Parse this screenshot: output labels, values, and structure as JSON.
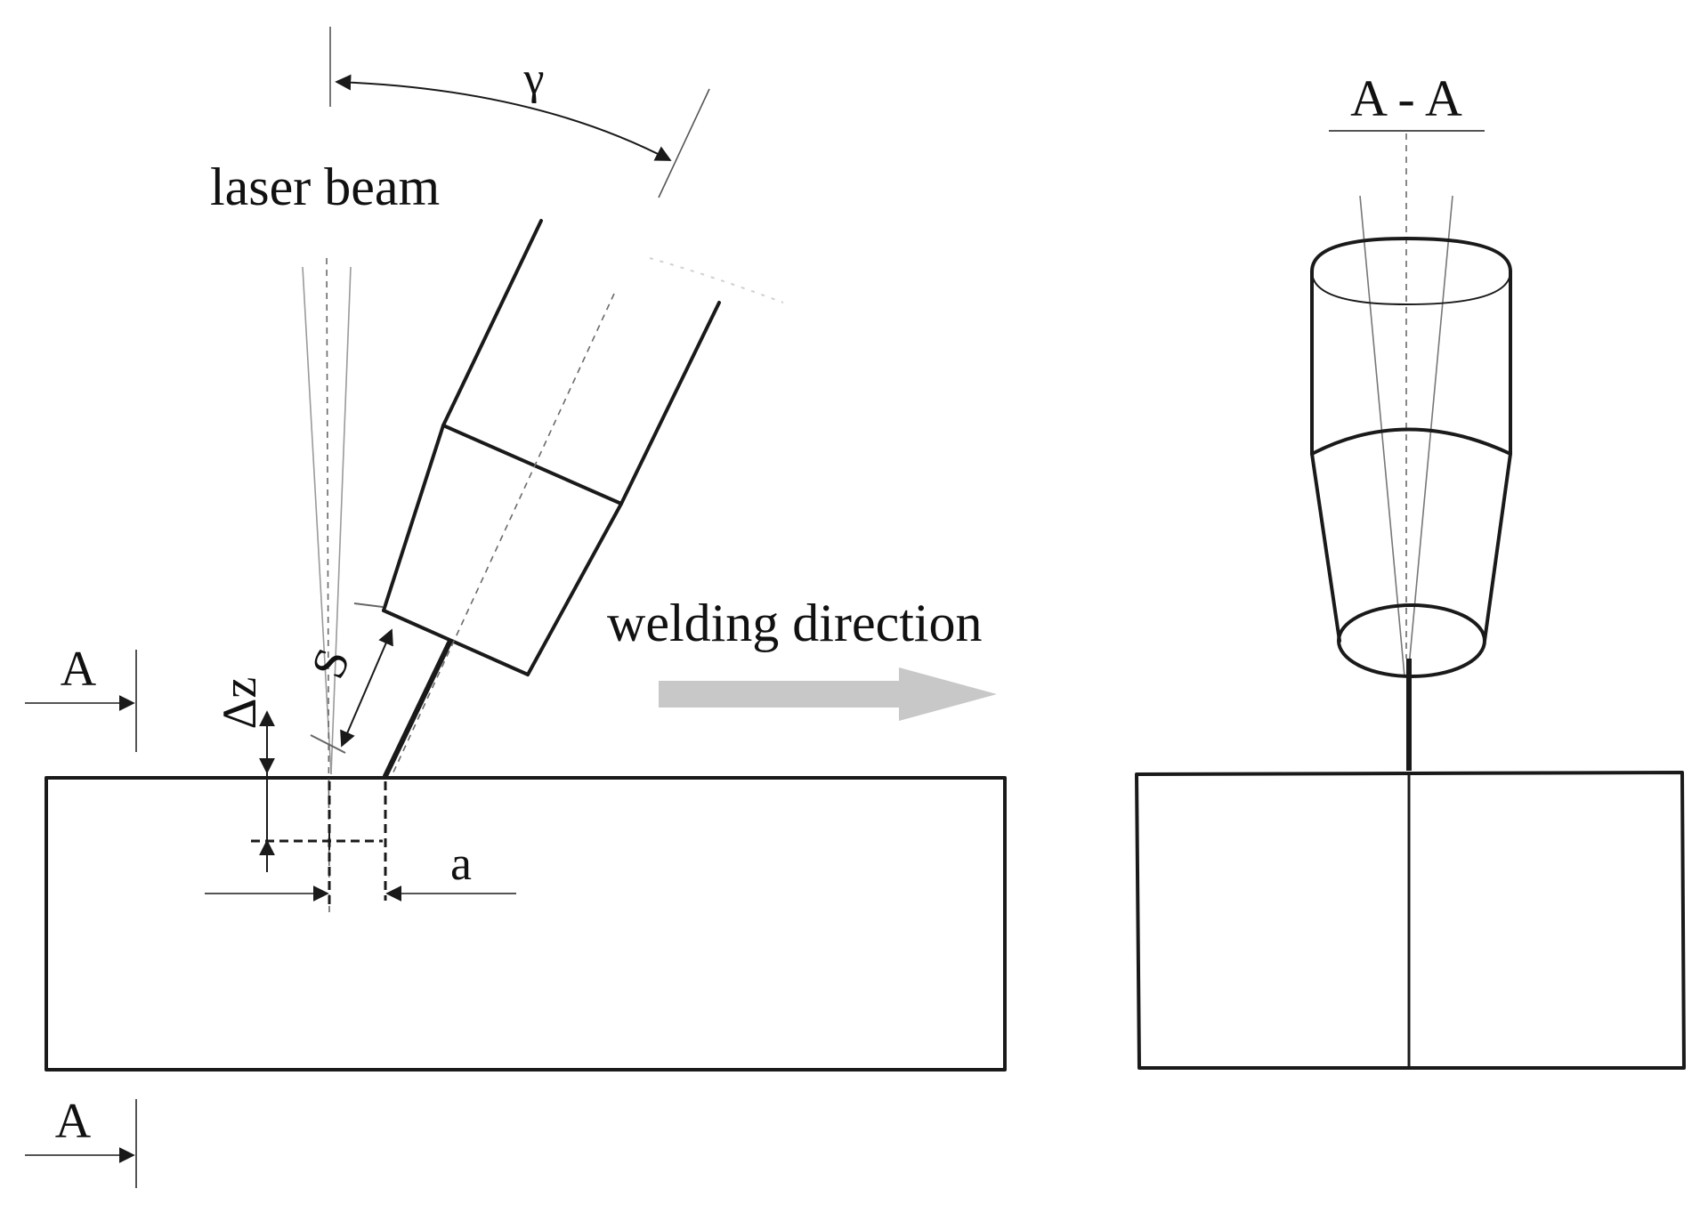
{
  "labels": {
    "gamma": "γ",
    "laser_beam": "laser beam",
    "welding_direction": "welding direction",
    "s": "S",
    "delta_z": "Δz",
    "a": "a",
    "section_a_top": "A",
    "section_a_bottom": "A",
    "section_view": "A - A"
  },
  "colors": {
    "line": "#1a1a1a",
    "arrow_fill": "#c8c8c8",
    "beam_line": "#9a9a9a"
  }
}
